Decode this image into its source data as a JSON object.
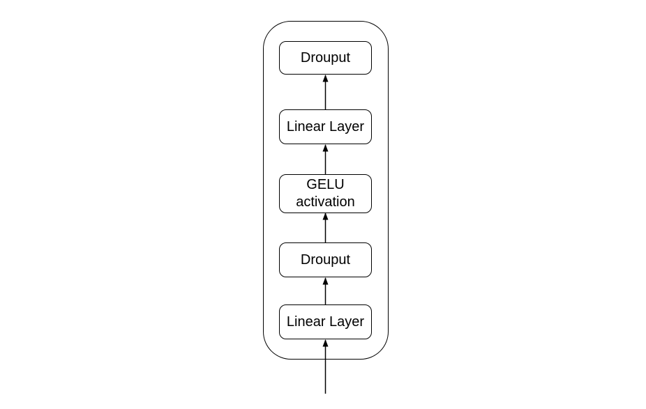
{
  "diagram": {
    "type": "flowchart",
    "direction": "bottom-to-top",
    "colors": {
      "stroke": "#000000",
      "node_fill": "#ffffff",
      "text": "#000000",
      "background": "#ffffff"
    },
    "nodes": [
      {
        "label": "Drouput"
      },
      {
        "label": "Linear Layer"
      },
      {
        "label": "GELU\nactivation"
      },
      {
        "label": "Drouput"
      },
      {
        "label": "Linear Layer"
      }
    ]
  }
}
